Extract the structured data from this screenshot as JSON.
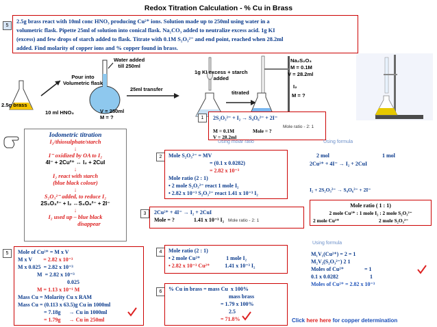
{
  "title": "Redox Titration Calculation - % Cu in Brass",
  "step_numbers": [
    "5",
    "1",
    "2",
    "3",
    "5",
    "4",
    "6"
  ],
  "problem": {
    "line1": "2.5g brass react with 10ml conc HNO₃ producing Cu²⁺ ions. Solution made up to 250ml using water in a",
    "line2": "volumetric flask. Pipette 25ml of solution into conical flask. Na₂CO₃ added to neutralize excess acid. 1g KI",
    "line3": "(excess) and few drops of starch added to flask. Titrate with 0.1M S₂O₃²⁻ and end point, reached when 28.2ml",
    "line4": "added. Find molarity of copper ions and % copper found in brass."
  },
  "diagram": {
    "brass": "2.5g brass",
    "hno3": "10 ml HNO₃",
    "pour": "Pour into\nVolumetric flask",
    "water": "Water added\ntill 250ml",
    "flask_v": "V = 250ml",
    "flask_m": "M = ?",
    "transfer": "25ml transfer",
    "ki": "1g KI excess + starch\nadded",
    "titrated": "titrated",
    "burette_formula": "Na₂S₂O₃",
    "burette_m": "M = 0.1M",
    "burette_v": "V  = 28.2ml",
    "i2": "I₂",
    "i2_m": "M = ?"
  },
  "equation1": {
    "eq": "2S₂O₃²⁻   +   I₂    →   S₄O₆²⁻  +  2I⁻",
    "ratio": "Mole ratio - 2: 1",
    "m": "M = 0.1M",
    "mole": "Mole = ?",
    "v": "V = 28.2ml",
    "hint1": "Using molar ratio",
    "hint2": "Using formula"
  },
  "iodometric": {
    "title": "Iodometric titration",
    "sub": "I₂/thiosulphate/starch",
    "arrow": "↓",
    "l1": "I⁻ oxidized by OA to I₂",
    "eq1": "4I⁻ + 2Cu²⁺ ↔ I₂ + 2CuI",
    "l2": "I₂ react with starch",
    "l3": "(blue black colour)",
    "l4": "S₂O₃²⁻ added, to reduce I₂",
    "eq2": "2S₂O₃²⁻ + I₂ ↔S₄O₆²⁻ + 2I⁻",
    "l5": "I₂ used up – blue black",
    "l6": "disappear"
  },
  "box2": {
    "l1": "Mole S₂O₃²⁻ = MV",
    "l2": "= (0.1 x 0.0282)",
    "l3": "= 2.82 x 10⁻³",
    "l4": "Mole ratio (2 : 1)",
    "l5": "•   2 mole S₂O₃²⁻ react 1 mole I₂",
    "l6": "• 2.82 x 10⁻³ S₂O₃²⁻ react 1.41 x 10⁻³ I₂"
  },
  "right_top": {
    "l1a": "2 mol",
    "l1b": "1 mol",
    "eq": "2Cu²⁺  +   4I⁻   →   I₂   +  2CuI",
    "eq2": "I₂    +  2S₂O₃²⁻  →  S₄O₆²⁻  +  2I⁻"
  },
  "ratio_box": {
    "t": "Mole ratio ( 1 : 1)",
    "l1": "2 mole Cu²⁺ : 1 mole I₂ : 2 mole S₂O₃²⁻",
    "l2a": "2 mole Cu²⁺",
    "l2b": "2 mole S₂O₃²⁻"
  },
  "box3": {
    "eq": "2Cu²⁺  +   4I⁻   →   I₂    +    2CuI",
    "mole": "Mole = ?",
    "val": "1.41 x 10⁻³ I₂",
    "ratio": "Mole ratio - 2: 1",
    "hint": "Using formula"
  },
  "box5": {
    "l1": "Mole of Cu²⁺ = M x V",
    "l2a": "M x V",
    "l2b": "= 2.82 x 10⁻³",
    "l3a": "M x 0.025",
    "l3b": "= 2.82 x 10⁻³",
    "l4a": "M",
    "l4b": "= 2.82 x 10⁻³",
    "l5": "0.025",
    "l6": "M = 1.13 x 10⁻¹ M",
    "l7": "Mass Cu = Molarity Cu  x RAM",
    "l8": "Mass Cu = (0.113 x 63.5)g Cu in 1000ml",
    "l9a": "= 7.18g",
    "l9b": "→  Cu in 1000ml",
    "l10a": "= 1.79g",
    "l10b": "→  Cu in 250ml"
  },
  "box4": {
    "l1": "Mole ratio (2 : 1)",
    "l2a": "•   2 mole Cu²⁺",
    "l2b": "1 mole I₂",
    "l3a": "• 2.82 x 10⁻³ Cu²⁺",
    "l3b": "1.41 x 10⁻³ I₂"
  },
  "box6": {
    "l1a": "% Cu in brass = mass Cu",
    "l1b": "x 100%",
    "l2": "mass brass",
    "l3": "= 1.79  x 100%",
    "l4": "2.5",
    "l5": "= 71.8%"
  },
  "right_bottom": {
    "l1": "M₁V₁(Cu²⁺)   =  2  =  1",
    "l2": "M₂V₂(S₂O₃²⁻)     2         1",
    "l3a": "Moles of Cu²⁺",
    "l3b": "=  1",
    "l4a": "0.1 x 0.0282",
    "l4b": "1",
    "l5": "Moles of Cu²⁺  = 2.82 x 10⁻³"
  },
  "footer": {
    "pre": "Click ",
    "link": "here here",
    "post": " for copper determination"
  },
  "colors": {
    "accent_red": "#d22",
    "text_blue": "#0a3a8c",
    "border": "#c00",
    "link": "#1a4fb8"
  }
}
